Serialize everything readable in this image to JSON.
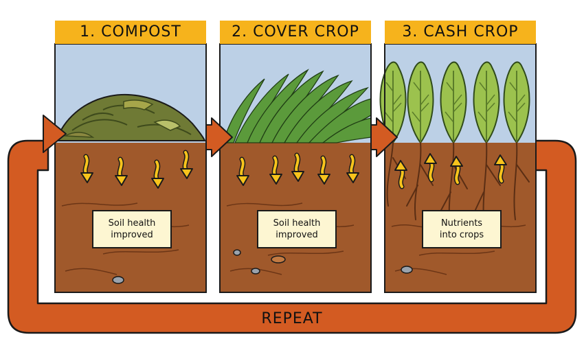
{
  "panels": [
    {
      "title": "1. COMPOST",
      "note": [
        "Soil health",
        "improved"
      ]
    },
    {
      "title": "2. COVER CROP",
      "note": [
        "Soil health",
        "improved"
      ]
    },
    {
      "title": "3. CASH CROP",
      "note": [
        "Nutrients",
        "into crops"
      ]
    }
  ],
  "loop_label": "REPEAT",
  "colors": {
    "header": "#f6b31c",
    "sky": "#bcd0e6",
    "soil": "#a0592b",
    "soil_dark": "#8a4a22",
    "loop": "#d35b22",
    "arrow": "#f7c31c",
    "compost": "#6f7a35",
    "grass": "#5b9a3b",
    "leaf": "#9cc24e"
  }
}
